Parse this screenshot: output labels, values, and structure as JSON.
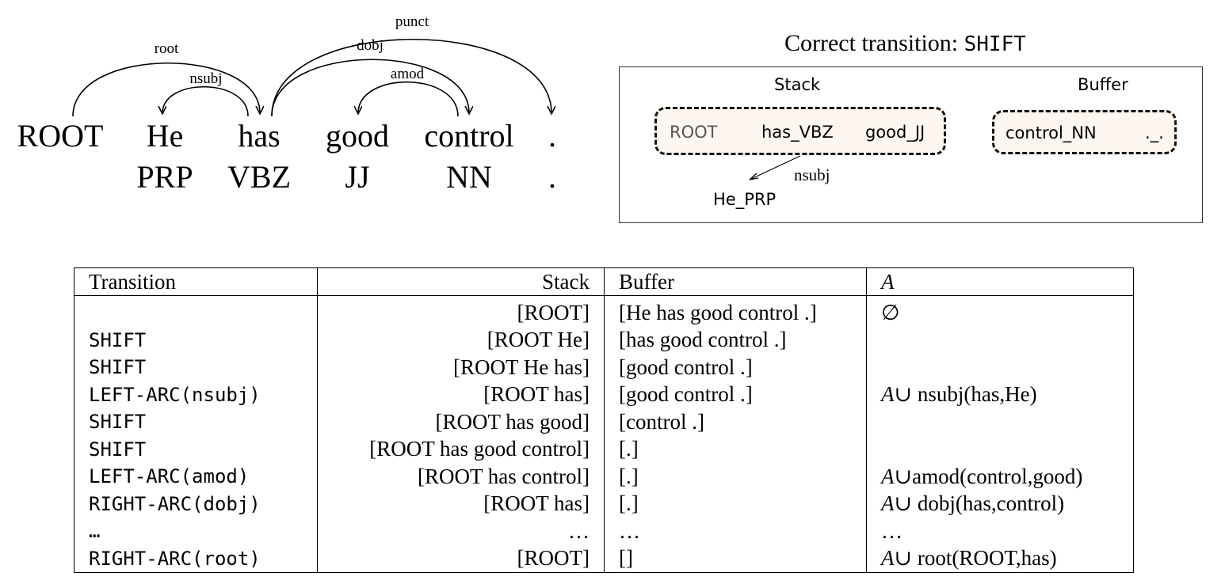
{
  "tree": {
    "words": [
      "ROOT",
      "He",
      "has",
      "good",
      "control",
      "."
    ],
    "tags": [
      "PRP",
      "VBZ",
      "JJ",
      "NN",
      "."
    ],
    "arcs": [
      {
        "label": "root"
      },
      {
        "label": "nsubj"
      },
      {
        "label": "punct"
      },
      {
        "label": "dobj"
      },
      {
        "label": "amod"
      }
    ]
  },
  "config": {
    "title_prefix": "Correct transition:",
    "title_transition": "SHIFT",
    "stack_label": "Stack",
    "buffer_label": "Buffer",
    "stack_items": [
      "ROOT",
      "has_VBZ",
      "good_JJ"
    ],
    "buffer_items": [
      "control_NN",
      "._."
    ],
    "dependent": "He_PRP",
    "dependent_label": "nsubj"
  },
  "table": {
    "headers": [
      "Transition",
      "Stack",
      "Buffer",
      "A"
    ],
    "rows": [
      [
        "",
        "[ROOT]",
        "[He has good control .]",
        "∅"
      ],
      [
        "SHIFT",
        "[ROOT He]",
        "[has good control .]",
        ""
      ],
      [
        "SHIFT",
        "[ROOT He has]",
        "[good control .]",
        ""
      ],
      [
        "LEFT-ARC(nsubj)",
        "[ROOT has]",
        "[good control .]",
        "A∪ nsubj(has,He)"
      ],
      [
        "SHIFT",
        "[ROOT has good]",
        "[control .]",
        ""
      ],
      [
        "SHIFT",
        "[ROOT has good control]",
        "[.]",
        ""
      ],
      [
        "LEFT-ARC(amod)",
        "[ROOT has control]",
        "[.]",
        "A∪amod(control,good)"
      ],
      [
        "RIGHT-ARC(dobj)",
        "[ROOT has]",
        "[.]",
        "A∪ dobj(has,control)"
      ],
      [
        "…",
        "…",
        "…",
        "…"
      ],
      [
        "RIGHT-ARC(root)",
        "[ROOT]",
        "[]",
        "A∪ root(ROOT,has)"
      ]
    ]
  }
}
